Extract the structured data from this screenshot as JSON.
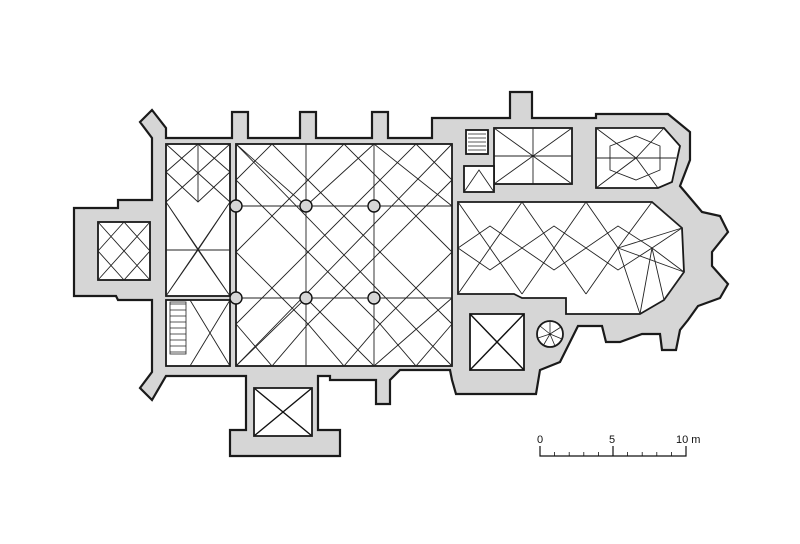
{
  "drawing": {
    "ink_color": "#1a1a1a",
    "wall_fill": "#d6d6d6",
    "background": "#ffffff"
  },
  "scale_bar": {
    "labels": [
      "0",
      "5",
      "10 m"
    ]
  }
}
